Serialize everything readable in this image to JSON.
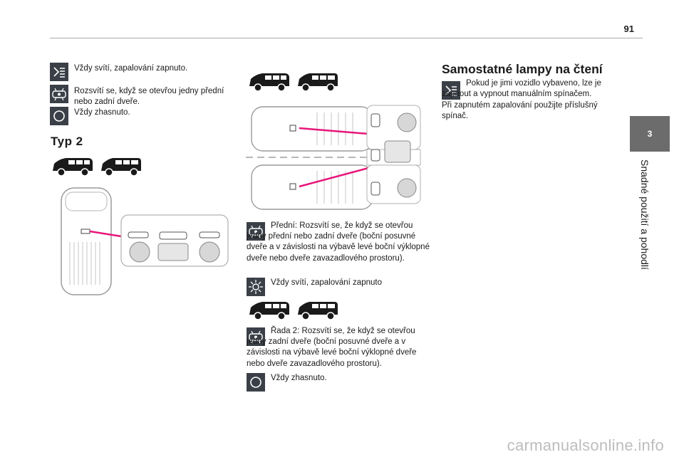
{
  "page": {
    "number": "91",
    "chapter_number": "3",
    "chapter_title": "Snadné použití a pohodlí",
    "watermark": "carmanualsonline.info"
  },
  "left": {
    "rows": [
      {
        "icon": "map-light-auto-icon",
        "text": "Vždy svítí, zapalování zapnuto."
      },
      {
        "icon": "door-light-icon",
        "text": "Rozsvítí se, když se otevřou jedny přední nebo zadní dveře."
      },
      {
        "icon": "circle-off-icon",
        "text": "Vždy zhasnuto."
      }
    ],
    "typ_heading": "Typ 2",
    "car_badges": [
      "-/-",
      "-/-"
    ]
  },
  "middle": {
    "para_front": "Přední: Rozsvítí se, že když se otevřou jedny přední nebo zadní dveře (boční posuvné dveře a v závislosti na výbavě levé boční výklopné dveře nebo dveře zavazadlového prostoru).",
    "para_always": "Vždy svítí, zapalování zapnuto",
    "para_row2": "Řada 2: Rozsvítí se, že když se otevřou jedny zadní dveře (boční posuvné dveře a v závislosti na výbavě levé boční výklopné dveře nebo dveře zavazadlového prostoru).",
    "para_off": "Vždy zhasnuto."
  },
  "right": {
    "heading": "Samostatné lampy na čtení",
    "para1": "Pokud je jimi vozidlo vybaveno, lze je zapnout a vypnout manuálním spínačem.",
    "para2": "Při zapnutém zapalování použijte příslušný spínač."
  },
  "colors": {
    "accent_line": "#e8157a",
    "icon_bg": "#3b4048",
    "chapter_tab": "#6c6c6c"
  }
}
